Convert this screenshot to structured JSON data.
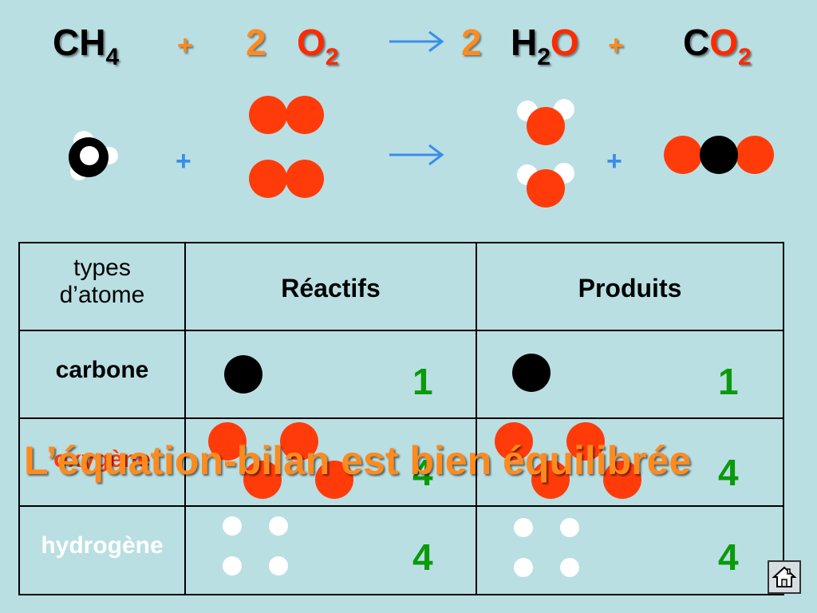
{
  "equation": {
    "ch4": {
      "c": "C",
      "h": "H",
      "sub": "4"
    },
    "plus1": "+",
    "coef_o2": "2",
    "o2": {
      "o": "O",
      "sub": "2"
    },
    "coef_h2o": "2",
    "h2o": {
      "h": "H",
      "sub": "2",
      "o": "O"
    },
    "plus2": "+",
    "co2": {
      "c": "C",
      "o": "O",
      "sub": "2"
    }
  },
  "molecule_row": {
    "plus_left": "+",
    "plus_right": "+"
  },
  "table": {
    "header": {
      "types": "types d’atome",
      "reactifs": "Réactifs",
      "produits": "Produits"
    },
    "rows": [
      {
        "label": "carbone",
        "reactifs_count": "1",
        "produits_count": "1"
      },
      {
        "label": "oxygène",
        "reactifs_count": "4",
        "produits_count": "4"
      },
      {
        "label": "hydrogène",
        "reactifs_count": "4",
        "produits_count": "4"
      }
    ]
  },
  "banner": "L’équation-bilan est bien équilibrée",
  "colors": {
    "oxygen": "#ff3b0a",
    "carbon": "#000000",
    "hydrogen": "#ffffff",
    "count": "#0a9a0a",
    "accent": "#ff8a1e",
    "background": "#b9dfe3"
  },
  "icons": {
    "home": "home-icon",
    "arrow": "right-arrow-icon"
  }
}
